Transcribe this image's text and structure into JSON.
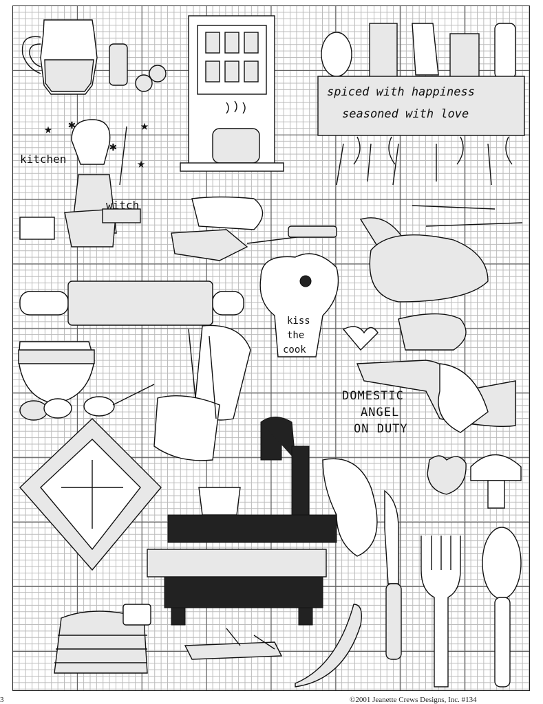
{
  "texts": {
    "spiced": "spiced with happiness",
    "seasoned": "seasoned with love",
    "kitchen": "kitchen",
    "witch": "witch",
    "kiss": "kiss",
    "the": "the",
    "cook": "cook",
    "domestic": "DOMESTIC",
    "angel": "ANGEL",
    "on_duty": "ON DUTY"
  },
  "footer": {
    "page_number": "3",
    "copyright": "©2001 Jeanette Crews Designs, Inc. #134"
  }
}
